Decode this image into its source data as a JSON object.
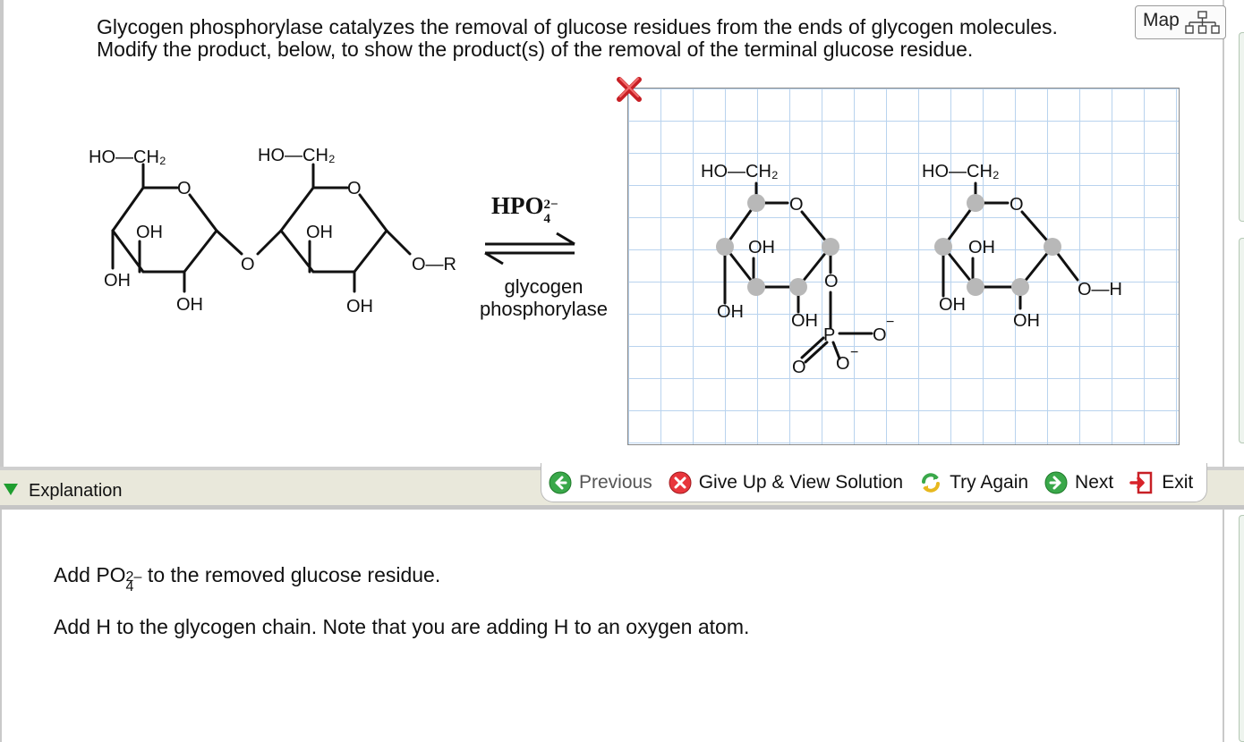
{
  "question": {
    "line1": "Glycogen phosphorylase catalyzes the removal of glucose residues from the ends of glycogen molecules.",
    "line2": "Modify the product, below, to show the product(s) of the removal of the terminal glucose residue."
  },
  "map_button": {
    "label": "Map",
    "icon": "tree-icon"
  },
  "reactant": {
    "ring1": {
      "ch2": "HO—CH₂",
      "ring_o": "O",
      "oh_top": "OH",
      "oh_left": "OH",
      "oh_bottom": "OH"
    },
    "bridge_o": "O",
    "ring2": {
      "ch2": "HO—CH₂",
      "ring_o": "O",
      "oh_top": "OH",
      "oh_bottom": "OH",
      "or": "O—R"
    }
  },
  "reagent": {
    "base": "HPO",
    "sub": "4",
    "sup": "2−"
  },
  "enzyme": {
    "line1": "glycogen",
    "line2": "phosphorylase"
  },
  "canvas": {
    "ring1": {
      "ch2": "HO—CH₂",
      "ring_o": "O",
      "oh_top": "OH",
      "oh_left": "OH",
      "oh_bottom": "OH",
      "o_link": "O"
    },
    "phosphate": {
      "p": "P",
      "o_right": "O",
      "o_right_charge": "−",
      "o_double": "O",
      "o_bottom": "O",
      "o_bottom_charge": "−"
    },
    "ring2": {
      "ch2": "HO—CH₂",
      "ring_o": "O",
      "oh_top": "OH",
      "oh_left": "OH",
      "oh_bottom": "OH",
      "oh_end": "O—H"
    }
  },
  "explanation": {
    "toggle_label": "Explanation",
    "line1_pre": "Add PO",
    "line1_sub": "4",
    "line1_sup": "2–",
    "line1_post": " to the removed glucose residue.",
    "line2": "Add H to the glycogen chain. Note that you are adding H to an oxygen atom."
  },
  "nav": {
    "previous": "Previous",
    "give_up": "Give Up & View Solution",
    "try_again": "Try Again",
    "next": "Next",
    "exit": "Exit"
  },
  "colors": {
    "grid": "#b9d3ee",
    "divider": "#e9e8db",
    "nav_green": "#2f9e3a",
    "nav_red": "#d8232a"
  }
}
